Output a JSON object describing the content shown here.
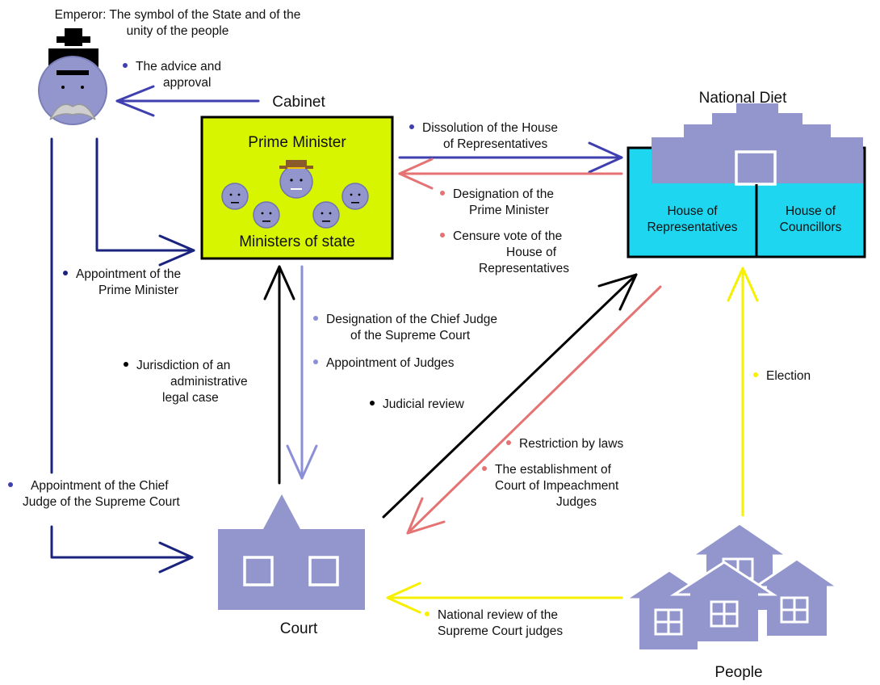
{
  "colors": {
    "navy": "#1a237e",
    "blue": "#3f3fb0",
    "lavender": "#8a8fd6",
    "salmon": "#e57373",
    "yellow": "#f7f000",
    "black": "#000000",
    "cabinet_fill": "#d8f500",
    "diet_fill": "#1fd6f0",
    "building": "#9296cc"
  },
  "nodes": {
    "emperor": {
      "label_line1": "Emperor: The symbol of the State and of the",
      "label_line2": "unity of the people"
    },
    "cabinet": {
      "title": "Cabinet",
      "prime_minister": "Prime Minister",
      "ministers": "Ministers of state"
    },
    "national_diet": {
      "title": "National Diet",
      "house_representatives_line1": "House of",
      "house_representatives_line2": "Representatives",
      "house_councillors_line1": "House of",
      "house_councillors_line2": "Councillors"
    },
    "court": {
      "title": "Court"
    },
    "people": {
      "title": "People"
    }
  },
  "relations": {
    "advice_approval": {
      "line1": "The advice and",
      "line2": "approval"
    },
    "appointment_pm": {
      "line1": "Appointment of the",
      "line2": "Prime Minister"
    },
    "appointment_chief_judge": {
      "line1": "Appointment of the Chief",
      "line2": "Judge of the Supreme Court"
    },
    "dissolution": {
      "line1": "Dissolution of the House",
      "line2": "of Representatives"
    },
    "designation_pm": {
      "line1": "Designation of the",
      "line2": "Prime Minister"
    },
    "censure_vote": {
      "line1": "Censure vote of the",
      "line2": "House of",
      "line3": "Representatives"
    },
    "designation_chief_judge": {
      "line1": "Designation of the Chief Judge",
      "line2": "of the Supreme Court"
    },
    "appointment_judges": {
      "line1": "Appointment of Judges"
    },
    "jurisdiction": {
      "line1": "Jurisdiction of an",
      "line2": "administrative",
      "line3": "legal case"
    },
    "judicial_review": {
      "line1": "Judicial review"
    },
    "restriction": {
      "line1": "Restriction by laws"
    },
    "impeachment": {
      "line1": "The establishment of",
      "line2": "Court of Impeachment",
      "line3": "Judges"
    },
    "election": {
      "line1": "Election"
    },
    "national_review": {
      "line1": "National review of the",
      "line2": "Supreme Court judges"
    }
  }
}
